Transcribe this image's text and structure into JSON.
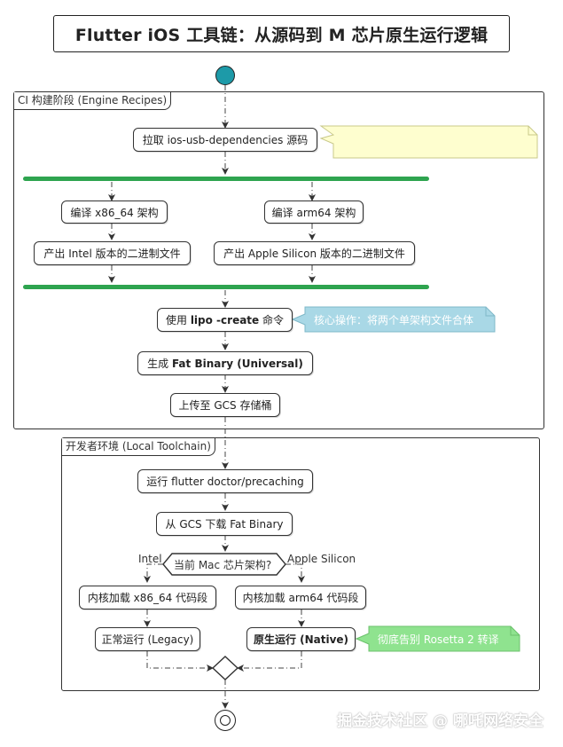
{
  "title": "Flutter iOS 工具链：从源码到 M 芯片原生运行逻辑",
  "colors": {
    "start": "#1d9aa8",
    "fork_bar": "#2ea44f",
    "note_yellow": "#fefecf",
    "note_blue": "#a9d8e6",
    "note_green": "#8fe38f"
  },
  "partitions": {
    "ci": {
      "label": "CI 构建阶段 (Engine Recipes)"
    },
    "local": {
      "label": "开发者环境 (Local Toolchain)"
    }
  },
  "ci": {
    "fetch": "拉取 ios-usb-dependencies 源码",
    "compile_x86": "编译 x86_64 架构",
    "compile_arm": "编译 arm64 架构",
    "output_intel": "产出 Intel 版本的二进制文件",
    "output_apple": "产出 Apple Silicon 版本的二进制文件",
    "lipo_prefix": "使用 ",
    "lipo_bold": "lipo -create",
    "lipo_suffix": " 命令",
    "lipo_note": "核心操作：将两个单架构文件合体",
    "fat_prefix": "生成 ",
    "fat_bold": "Fat Binary (Universal)",
    "upload": "上传至 GCS 存储桶"
  },
  "local": {
    "run_flutter": "运行 flutter doctor/precaching",
    "download": "从 GCS 下载 Fat Binary",
    "decision": "当前 Mac 芯片架构?",
    "branch_intel": "Intel",
    "branch_apple": "Apple Silicon",
    "load_x86": "内核加载 x86_64 代码段",
    "load_arm": "内核加载 arm64 代码段",
    "legacy": "正常运行 (Legacy)",
    "native_bold": "原生运行 (Native)",
    "native_note": "彻底告别 Rosetta 2 转译"
  },
  "watermark": "掘金技术社区 @ 哪吒网络安全"
}
